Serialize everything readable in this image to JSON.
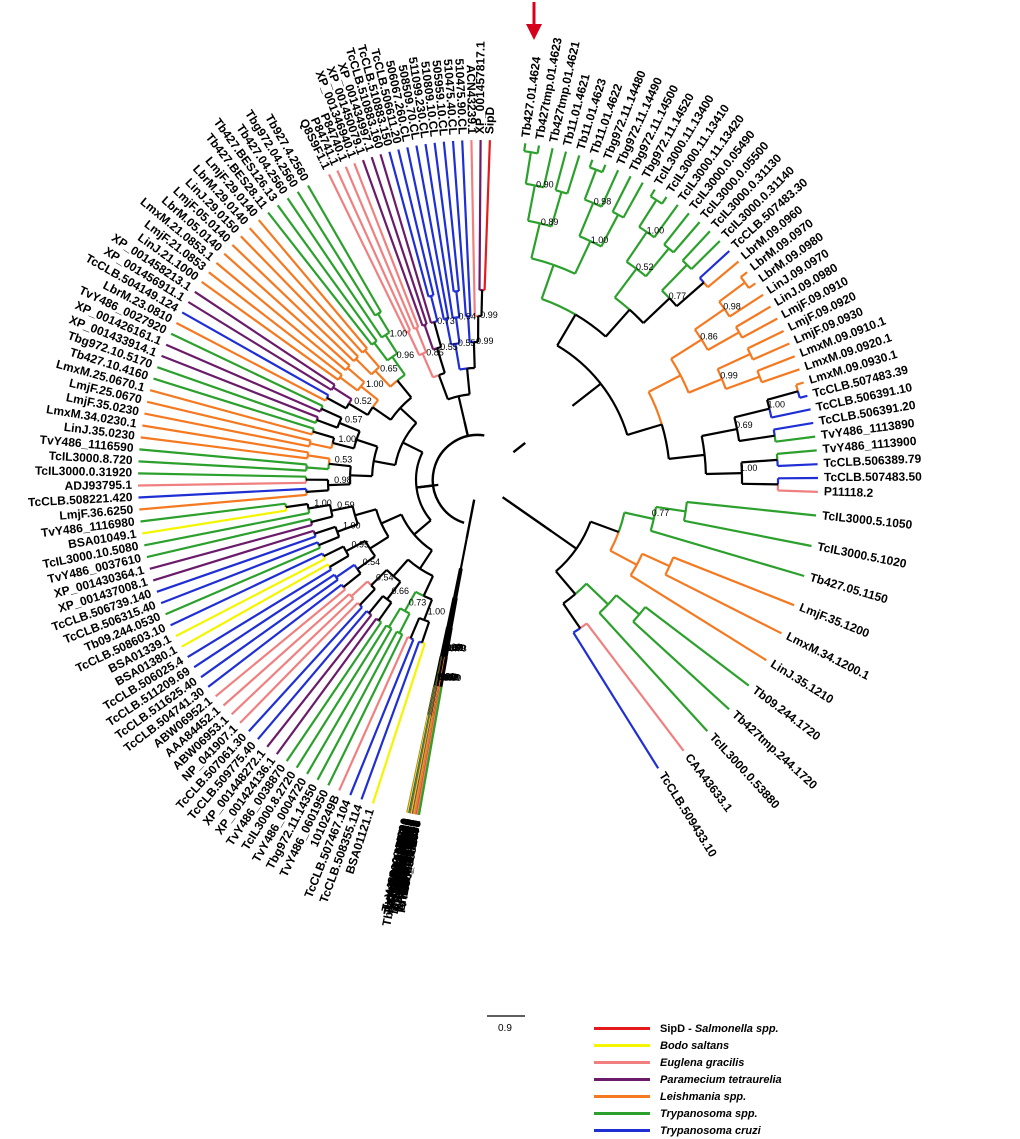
{
  "colors": {
    "K": "#000000",
    "R": "#e41a1c",
    "Y": "#f5f500",
    "P": "#f08080",
    "U": "#6a1b6a",
    "O": "#f47920",
    "G": "#2ca02c",
    "B": "#1f2fd4"
  },
  "scale_bar": {
    "label": "0.9"
  },
  "legend": [
    {
      "color_key": "R",
      "prefix": "SipD - ",
      "name": "Salmonella spp."
    },
    {
      "color_key": "Y",
      "prefix": "",
      "name": "Bodo saltans"
    },
    {
      "color_key": "P",
      "prefix": "",
      "name": "Euglena gracilis"
    },
    {
      "color_key": "U",
      "prefix": "",
      "name": "Paramecium tetraurelia"
    },
    {
      "color_key": "O",
      "prefix": "",
      "name": "Leishmania spp."
    },
    {
      "color_key": "G",
      "prefix": "",
      "name": "Trypanosoma spp."
    },
    {
      "color_key": "B",
      "prefix": "",
      "name": "Trypanosoma cruzi"
    }
  ],
  "right_clade": {
    "leaves": [
      [
        "Tb427.01.4624",
        "G"
      ],
      [
        "Tb427tmp.01.4623",
        "G"
      ],
      [
        "Tb427tmp.01.4621",
        "G"
      ],
      [
        "Tb11.01.4621",
        "G"
      ],
      [
        "Tb11.01.4623",
        "G"
      ],
      [
        "Tb11.01.4622",
        "G"
      ],
      [
        "Tbg972.11.14480",
        "G"
      ],
      [
        "Tbg972.11.14490",
        "G"
      ],
      [
        "Tbg972.11.14500",
        "G"
      ],
      [
        "Tbg972.11.14520",
        "G"
      ],
      [
        "TcIL3000.11.13400",
        "G"
      ],
      [
        "TcIL3000.11.13410",
        "G"
      ],
      [
        "TcIL3000.11.13420",
        "G"
      ],
      [
        "TcIL3000.0.05490",
        "G"
      ],
      [
        "TcIL3000.0.05500",
        "G"
      ],
      [
        "TcIL3000.0.31130",
        "G"
      ],
      [
        "TcIL3000.0.31140",
        "G"
      ],
      [
        "TcCLB.507483.30",
        "B"
      ],
      [
        "LbrM.09.0960",
        "O"
      ],
      [
        "LbrM.09.0970",
        "O"
      ],
      [
        "LbrM.09.0980",
        "O"
      ],
      [
        "LinJ.09.0970",
        "O"
      ],
      [
        "LinJ.09.0980",
        "O"
      ],
      [
        "LmjF.09.0910",
        "O"
      ],
      [
        "LmjF.09.0920",
        "O"
      ],
      [
        "LmjF.09.0930",
        "O"
      ],
      [
        "LmxM.09.0910.1",
        "O"
      ],
      [
        "LmxM.09.0920.1",
        "O"
      ],
      [
        "LmxM.09.0930.1",
        "O"
      ],
      [
        "TcCLB.507483.39",
        "B"
      ],
      [
        "TcCLB.506391.10",
        "B"
      ],
      [
        "TcCLB.506391.20",
        "B"
      ],
      [
        "TvY486_1113890",
        "G"
      ],
      [
        "TvY486_1113900",
        "G"
      ],
      [
        "TcCLB.506389.79",
        "B"
      ],
      [
        "TcCLB.507483.50",
        "B"
      ],
      [
        "P11118.2",
        "P"
      ]
    ]
  },
  "top_group": {
    "leaves": [
      [
        "SipD",
        "R"
      ],
      [
        "XP_001457817.1",
        "U"
      ],
      [
        "ACN43239.1",
        "P"
      ],
      [
        "510475.90.CL",
        "B"
      ],
      [
        "510475.40.CL",
        "B"
      ],
      [
        "505959.10.CL",
        "B"
      ],
      [
        "510809.10.CL",
        "B"
      ],
      [
        "511099.230.CL",
        "B"
      ],
      [
        "508509.70.CL",
        "B"
      ],
      [
        "506067.260.CL",
        "B"
      ],
      [
        "TcCLB.506611.20",
        "B"
      ],
      [
        "TcCLB.510883.150",
        "B"
      ],
      [
        "TcCLB.510883.160",
        "U"
      ],
      [
        "XP_001434997.1",
        "U"
      ],
      [
        "XP_001450079.1",
        "U"
      ],
      [
        "XP_001346940.1",
        "P"
      ],
      [
        "P84740.1",
        "P"
      ],
      [
        "P84741.1",
        "P"
      ],
      [
        "Q8S9F1.1",
        "P"
      ]
    ]
  },
  "left_group": {
    "leaves": [
      [
        "Tb927.4.2560",
        "G"
      ],
      [
        "Tbg972.04.2560",
        "G"
      ],
      [
        "Tb427.04.2560",
        "G"
      ],
      [
        "Tb427.BES126.13",
        "G"
      ],
      [
        "Tb427.BES28.11",
        "G"
      ],
      [
        "LmjF.29.0140",
        "O"
      ],
      [
        "LbrM.29.0140",
        "O"
      ],
      [
        "LinJ.29.0150",
        "O"
      ],
      [
        "LmjF.05.0140",
        "O"
      ],
      [
        "LbrM.05.0140",
        "O"
      ],
      [
        "LmxM.21.0853.1",
        "O"
      ],
      [
        "LmjF.21.0853",
        "O"
      ],
      [
        "LinJ.21.1000",
        "O"
      ],
      [
        "XP_001458213.1",
        "U"
      ],
      [
        "XP_001456911.1",
        "U"
      ],
      [
        "TcCLB.504149.124",
        "B"
      ],
      [
        "LbrM.23.0810",
        "O"
      ],
      [
        "TvY486_0027920",
        "G"
      ],
      [
        "XP_001426161.1",
        "U"
      ],
      [
        "XP_001433914.1",
        "U"
      ],
      [
        "Tbg972.10.5170",
        "G"
      ],
      [
        "Tb427.10.4160",
        "G"
      ],
      [
        "LmxM.25.0670.1",
        "O"
      ],
      [
        "LmjF.25.0670",
        "O"
      ],
      [
        "LmjF.35.0230",
        "O"
      ],
      [
        "LmxM.34.0230.1",
        "O"
      ],
      [
        "LinJ.35.0230",
        "O"
      ],
      [
        "TvY486_1116590",
        "G"
      ],
      [
        "TcIL3000.8.720",
        "G"
      ],
      [
        "TcIL3000.0.31920",
        "G"
      ],
      [
        "ADJ93795.1",
        "P"
      ],
      [
        "TcCLB.508221.420",
        "B"
      ],
      [
        "LmjF.36.6250",
        "O"
      ],
      [
        "TvY486_1116980",
        "G"
      ],
      [
        "BSA01049.1",
        "Y"
      ],
      [
        "TcIL3000.10.5080",
        "G"
      ],
      [
        "TvY486_0037610",
        "G"
      ],
      [
        "XP_001430364.1",
        "U"
      ],
      [
        "XP_001437008.1",
        "U"
      ],
      [
        "TcCLB.506739.140",
        "B"
      ],
      [
        "TcCLB.506315.40",
        "B"
      ],
      [
        "Tb09.244.0530",
        "G"
      ],
      [
        "TcCLB.508603.10",
        "B"
      ],
      [
        "BSA01339.1",
        "Y"
      ],
      [
        "BSA01380.1",
        "Y"
      ],
      [
        "TcCLB.506025.4",
        "B"
      ],
      [
        "TcCLB.511209.69",
        "B"
      ],
      [
        "TcCLB.511625.40",
        "B"
      ],
      [
        "TcCLB.504741.30",
        "B"
      ],
      [
        "ABW06952.1",
        "P"
      ],
      [
        "AAA84452.1",
        "P"
      ],
      [
        "ABW06953.1",
        "P"
      ],
      [
        "NP_041907.1",
        "P"
      ],
      [
        "TcCLB.507061.30",
        "B"
      ],
      [
        "TcCLB.509775.40",
        "B"
      ],
      [
        "XP_001448272.1",
        "U"
      ],
      [
        "XP_001424136.1",
        "U"
      ],
      [
        "TvY486_0038870",
        "G"
      ],
      [
        "TcIL3000.8.2720",
        "G"
      ],
      [
        "TvY486_0004720",
        "G"
      ],
      [
        "Tbg972.11.14350",
        "G"
      ],
      [
        "TvY486_0601950",
        "G"
      ],
      [
        "1010249B",
        "P"
      ],
      [
        "TcCLB.507467.104",
        "B"
      ],
      [
        "TcCLB.508355.114",
        "B"
      ],
      [
        "BSA01121.1",
        "Y"
      ]
    ]
  },
  "bottom_group": {
    "leaves": [
      [
        "TvY486_0044300",
        "G"
      ],
      [
        "LmxM.09.0260.1",
        "O"
      ],
      [
        "LmxM.06.0720.1",
        "O"
      ],
      [
        "LbrM.10.1050",
        "O"
      ],
      [
        "BSA00766.1",
        "Y"
      ],
      [
        "BSA00942.1",
        "Y"
      ],
      [
        "BSA00943.1",
        "Y"
      ],
      [
        "TcCLB.506673.20",
        "B"
      ],
      [
        "TcCLB.509203.79",
        "B"
      ],
      [
        "Tb10.v4.0090",
        "G"
      ],
      [
        "Tb427tmp.211.1680",
        "G"
      ],
      [
        "Tb427.10.12370",
        "G"
      ],
      [
        "Tb427.BES4.10",
        "G"
      ],
      [
        "XP_001440096.1",
        "U"
      ],
      [
        "LmjF.07.0805",
        "O"
      ],
      [
        "LbrM.32.2900",
        "O"
      ],
      [
        "LbrM.20.1410",
        "O"
      ],
      [
        "BSA00909.1",
        "Y"
      ],
      [
        "BSA00898.1",
        "Y"
      ],
      [
        "LbrM.03.0700",
        "O"
      ],
      [
        "TcCLB.510299.10",
        "B"
      ],
      [
        "Tb927.7.6450",
        "G"
      ],
      [
        "XP_001438029.1",
        "U"
      ],
      [
        "LmxM.31.2840.1",
        "O"
      ],
      [
        "LbrM.10.1210",
        "O"
      ],
      [
        "LmjF.22.1350",
        "O"
      ],
      [
        "BSA00955.1",
        "Y"
      ],
      [
        "LinJ.08.0580",
        "O"
      ],
      [
        "TvY486_0805930",
        "G"
      ],
      [
        "BAF94304.1",
        "P"
      ],
      [
        "LinJ.22.1140",
        "O"
      ],
      [
        "LmjF.08.0580",
        "O"
      ],
      [
        "LbrM.04.1130",
        "O"
      ],
      [
        "LmxM.28.1090.1",
        "O"
      ],
      [
        "LbrM.03.0760",
        "O"
      ],
      [
        "XP_001446479.1",
        "U"
      ],
      [
        "LbrM.29.2350",
        "P"
      ],
      [
        "LbrM.25.0930",
        "P"
      ],
      [
        "NP_041928.1",
        "P"
      ],
      [
        "LmxM.34.0550.1",
        "O"
      ],
      [
        "LbrM.14.1050",
        "O"
      ],
      [
        "TvY486_0001070",
        "G"
      ]
    ]
  },
  "lower_right_group": {
    "leaves": [
      [
        "TcIL3000.5.1050",
        "G"
      ],
      [
        "TcIL3000.5.1020",
        "G"
      ],
      [
        "Tb427.05.1150",
        "G"
      ],
      [
        "LmjF.35.1200",
        "O"
      ],
      [
        "LmxM.34.1200.1",
        "O"
      ],
      [
        "LinJ.35.1210",
        "O"
      ],
      [
        "Tb09.244.1720",
        "G"
      ],
      [
        "Tb427tmp.244.1720",
        "G"
      ],
      [
        "TcIL3000.0.53880",
        "G"
      ],
      [
        "CAA43633.1",
        "P"
      ],
      [
        "TcCLB.509433.10",
        "B"
      ]
    ]
  },
  "bootstrap": [
    "0.99",
    "0.99",
    "0.94",
    "0.55",
    "0.73",
    "0.55",
    "0.85",
    "0.90",
    "0.89",
    "0.98",
    "1.00",
    "1.00",
    "0.52",
    "0.77",
    "0.98",
    "0.86",
    "0.99",
    "1.00",
    "0.69",
    "1.00",
    "1.00",
    "0.96",
    "0.65",
    "1.00",
    "0.52",
    "0.57",
    "1.00",
    "0.53",
    "0.98",
    "1.00",
    "0.59",
    "1.00",
    "0.95",
    "0.54",
    "0.54",
    "0.66",
    "0.73",
    "1.00",
    "0.81",
    "0.99",
    "1.00",
    "0.85",
    "0.97",
    "1.00",
    "1.00",
    "0.83",
    "0.99",
    "0.99",
    "0.61",
    "0.61",
    "0.73",
    "1.00",
    "0.99",
    "0.99",
    "0.80",
    "0.73",
    "0.77"
  ]
}
